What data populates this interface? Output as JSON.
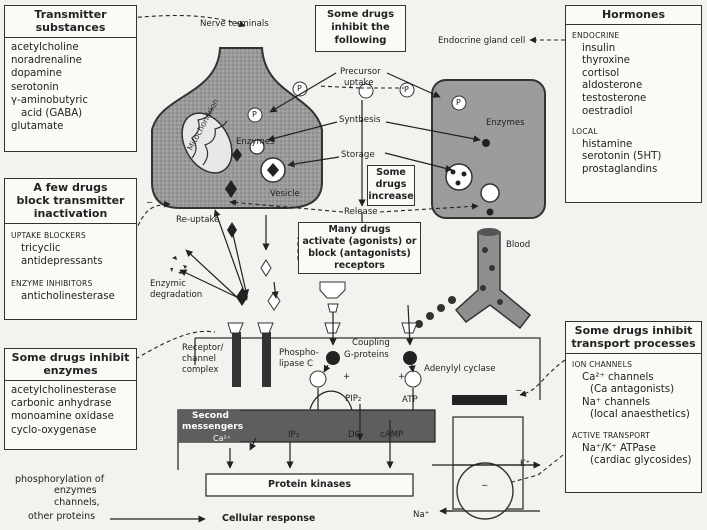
{
  "transmitters": {
    "title_line1": "Transmitter",
    "title_line2": "substances",
    "items": [
      "acetylcholine",
      "noradrenaline",
      "dopamine",
      "serotonin",
      "γ-aminobutyric",
      "acid (GABA)",
      "glutamate"
    ]
  },
  "block_inactivation": {
    "title_line1": "A few drugs",
    "title_line2": "block transmitter",
    "title_line3": "inactivation",
    "uptake_heading": "UPTAKE BLOCKERS",
    "uptake_items": [
      "tricyclic",
      "antidepressants"
    ],
    "enzyme_heading": "ENZYME INHIBITORS",
    "enzyme_items": [
      "anticholinesterase"
    ]
  },
  "inhibit_enzymes": {
    "title_line1": "Some drugs inhibit",
    "title_line2": "enzymes",
    "items": [
      "acetylcholinesterase",
      "carbonic anhydrase",
      "monoamine oxidase",
      "cyclo-oxygenase"
    ]
  },
  "inhibit_following": {
    "line1": "Some drugs",
    "line2": "inhibit the",
    "line3": "following"
  },
  "drugs_increase": {
    "line1": "Some",
    "line2": "drugs",
    "line3": "increase"
  },
  "agonists": {
    "line1": "Many drugs",
    "line2": "activate (agonists) or",
    "line3": "block (antagonists)",
    "line4": "receptors"
  },
  "hormones": {
    "title": "Hormones",
    "endocrine_heading": "ENDOCRINE",
    "endocrine_items": [
      "insulin",
      "thyroxine",
      "cortisol",
      "aldosterone",
      "testosterone",
      "oestradiol"
    ],
    "local_heading": "LOCAL",
    "local_items": [
      "histamine",
      "serotonin (5HT)",
      "prostaglandins"
    ]
  },
  "transport": {
    "title_line1": "Some drugs inhibit",
    "title_line2": "transport processes",
    "ion_heading": "ION CHANNELS",
    "ion_items": [
      "Ca²⁺ channels",
      "(Ca antagonists)",
      "Na⁺ channels",
      "(local anaesthetics)"
    ],
    "active_heading": "ACTIVE TRANSPORT",
    "active_items": [
      "Na⁺/K⁺ ATPase",
      "(cardiac glycosides)"
    ]
  },
  "labels": {
    "nerve_terminals": "Nerve terminals",
    "endocrine_cell": "Endocrine gland cell",
    "precursor": "Precursor",
    "uptake": "uptake",
    "synthesis": "Synthesis",
    "storage": "Storage",
    "release": "Release",
    "mitochondrion": "Mitochondrion",
    "enzymes_left": "Enzymes",
    "enzymes_right": "Enzymes",
    "vesicle": "Vesicle",
    "reuptake": "Re-uptake",
    "enzymic1": "Enzymic",
    "enzymic2": "degradation",
    "blood": "Blood",
    "p1": "P",
    "p2": "P",
    "p3": "P",
    "p4": "P",
    "receptor1": "Receptor/",
    "receptor2": "channel",
    "receptor3": "complex",
    "phospho1": "Phospho-",
    "phospho2": "lipase C",
    "coupling": "Coupling",
    "gproteins": "G-proteins",
    "adenylyl": "Adenylyl cyclase",
    "pip2": "PIP₂",
    "atp": "ATP",
    "second1": "Second",
    "second2": "messengers",
    "ca": "Ca²⁺",
    "ip3": "IP₃",
    "dg": "DG",
    "camp": "cAMP",
    "protein_kinases": "Protein kinases",
    "phos1": "phosphorylation of",
    "phos2": "enzymes",
    "phos3": "channels,",
    "phos4": "other proteins",
    "cellular": "Cellular response",
    "kplus": "K⁺",
    "naplus": "Na⁺",
    "plus1": "+",
    "plus2": "+",
    "minus1": "−",
    "minus2": "−",
    "minus3": "−",
    "minus4": "−"
  }
}
